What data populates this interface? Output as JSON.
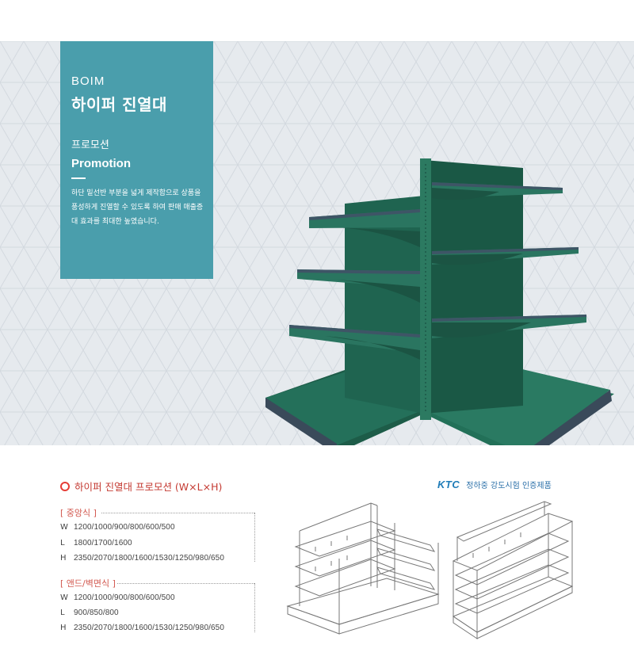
{
  "panel": {
    "brand": "BOIM",
    "title": "하이퍼 진열대",
    "subtitle_ko": "프로모션",
    "subtitle_en": "Promotion",
    "description": "하단 밑선반 부분을 넓게 제작함으로 상품을 풍성하게 진열할 수 있도록 하여 판매 매출증대 효과를 최대한 높였습니다."
  },
  "spec": {
    "heading": "하이퍼 진열대 프로모션 (W×L×H)",
    "groups": [
      {
        "label": "[ 중앙식 ]",
        "rows": [
          {
            "key": "W",
            "value": "1200/1000/900/800/600/500"
          },
          {
            "key": "L",
            "value": "1800/1700/1600"
          },
          {
            "key": "H",
            "value": "2350/2070/1800/1600/1530/1250/980/650"
          }
        ]
      },
      {
        "label": "[ 앤드/벽면식 ]",
        "rows": [
          {
            "key": "W",
            "value": "1200/1000/900/800/600/500"
          },
          {
            "key": "L",
            "value": "900/850/800"
          },
          {
            "key": "H",
            "value": "2350/2070/1800/1600/1530/1250/980/650"
          }
        ]
      }
    ]
  },
  "certification": {
    "logo": "KTC",
    "text": "정하중 강도시험 인증제품"
  },
  "colors": {
    "panel": "#4a9eac",
    "accent_red": "#e63d36",
    "shelf_green": "#1f6a52",
    "cert_blue": "#1f7cb8"
  }
}
